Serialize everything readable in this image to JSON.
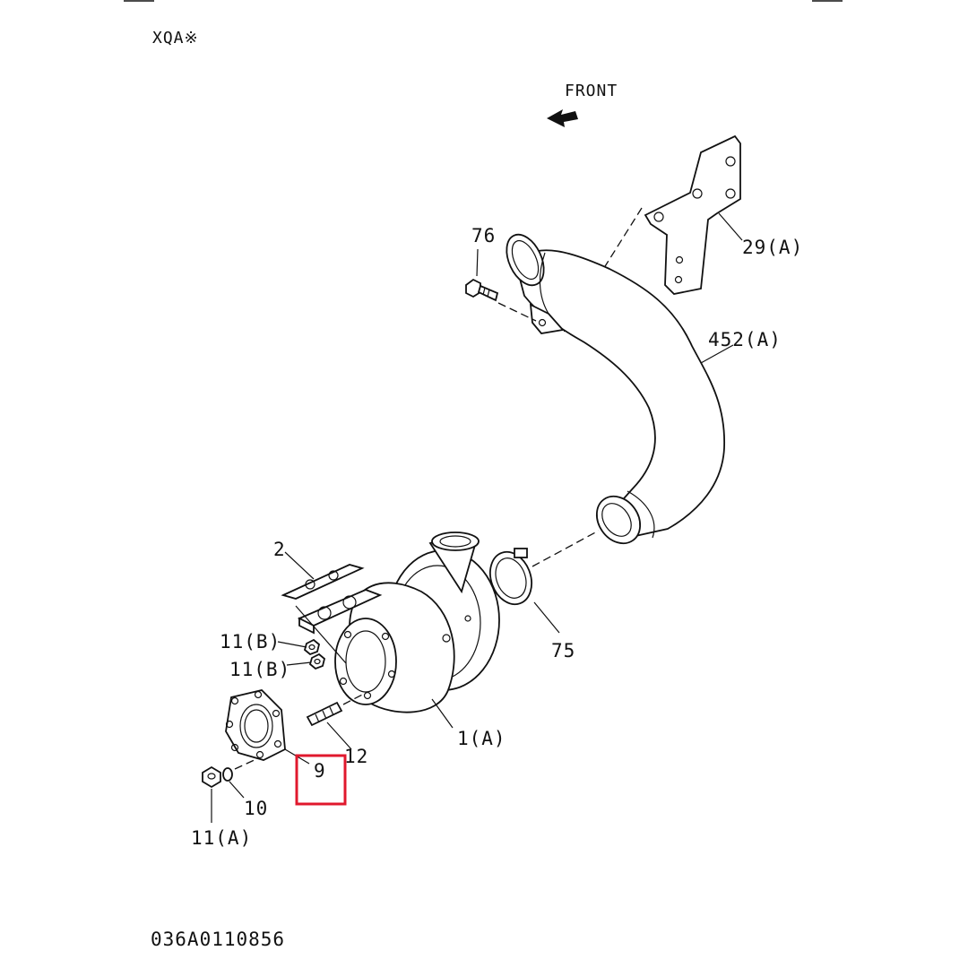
{
  "header": {
    "code": "XQA※"
  },
  "direction": {
    "label": "FRONT"
  },
  "callouts": {
    "bracket": "29(A)",
    "bolt": "76",
    "pipe": "452(A)",
    "gasket": "2",
    "nut_b1": "11(B)",
    "nut_b2": "11(B)",
    "clamp": "75",
    "turbocharger": "1(A)",
    "stud": "12",
    "flange_gasket": "9",
    "washer": "10",
    "nut_a": "11(A)"
  },
  "highlight": {
    "label": "9",
    "color": "#e0182d"
  },
  "footer": {
    "drawing_number": "036A0110856"
  }
}
